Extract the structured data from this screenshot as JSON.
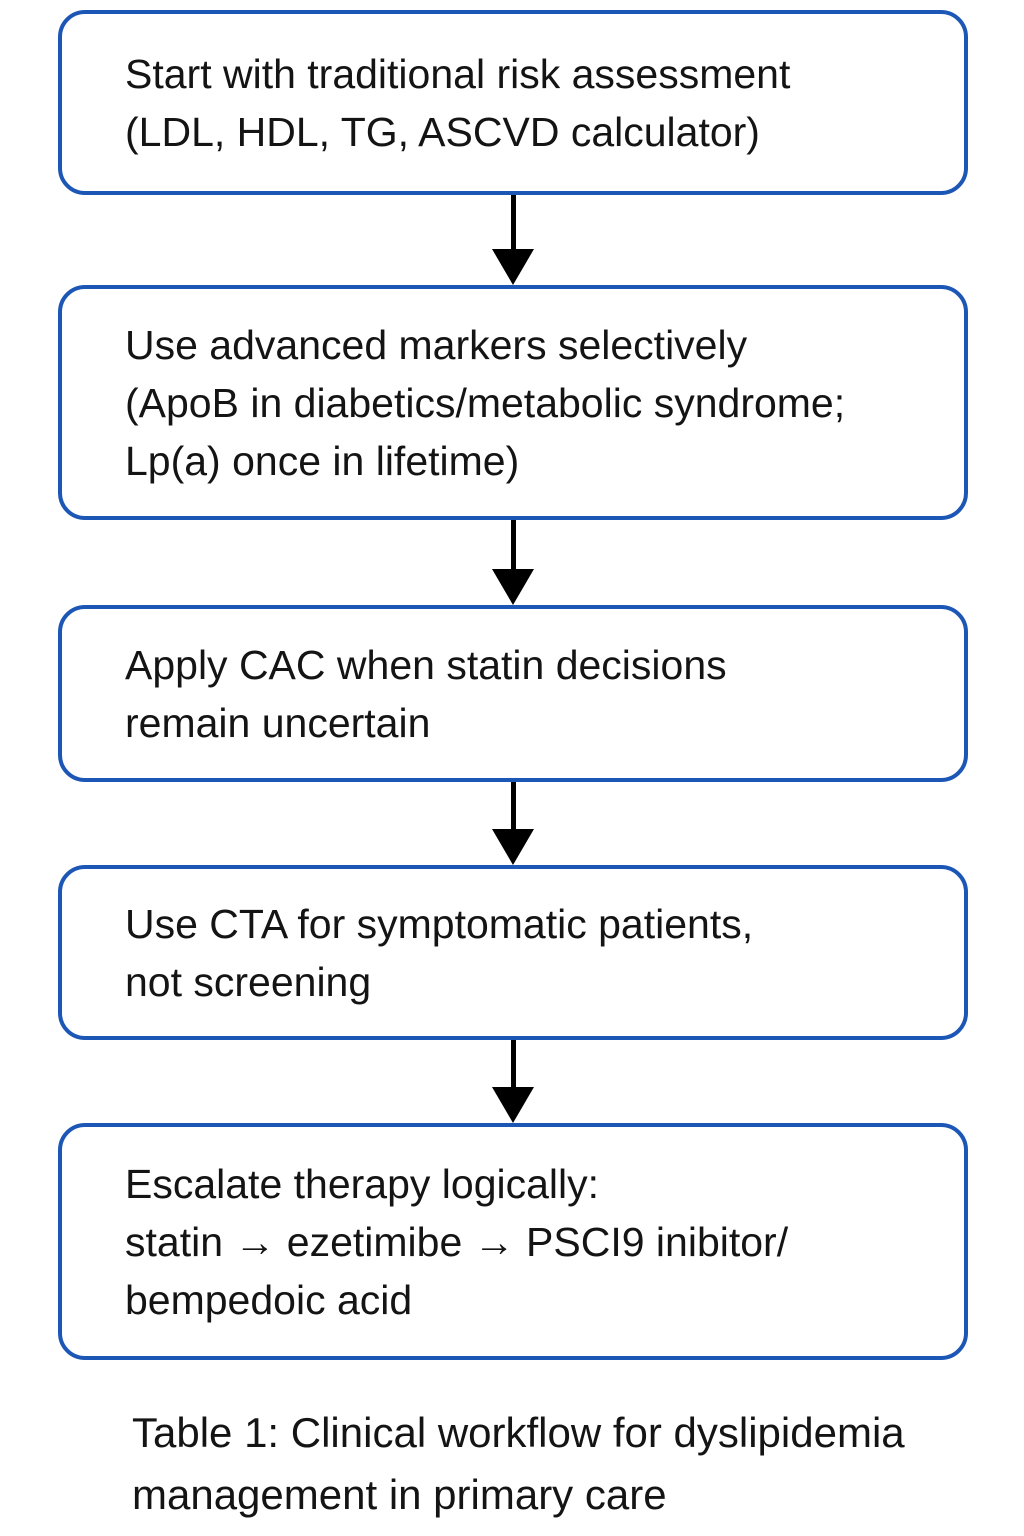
{
  "flowchart": {
    "title_caption": "Table 1: Clinical workflow for dyslipidemia management in primary care",
    "colors": {
      "box_border": "#1d57b5",
      "arrow": "#000000",
      "text": "#141414",
      "background": "#ffffff"
    },
    "boxes": [
      {
        "id": "traditional-risk-assessment",
        "lines": [
          "Start with traditional risk assessment",
          "(LDL, HDL, TG, ASCVD calculator)"
        ]
      },
      {
        "id": "advanced-markers",
        "lines": [
          "Use advanced markers selectively",
          "(ApoB in diabetics/metabolic syndrome;",
          "Lp(a) once in lifetime)"
        ]
      },
      {
        "id": "apply-cac",
        "lines": [
          "Apply CAC when statin decisions",
          "remain uncertain"
        ]
      },
      {
        "id": "use-cta",
        "lines": [
          "Use CTA for symptomatic patients,",
          "not screening"
        ]
      },
      {
        "id": "escalate-therapy",
        "lines": [
          "Escalate therapy logically:",
          "statin → ezetimibe → PSCI9 inibitor/",
          "bempedoic acid"
        ]
      }
    ]
  }
}
